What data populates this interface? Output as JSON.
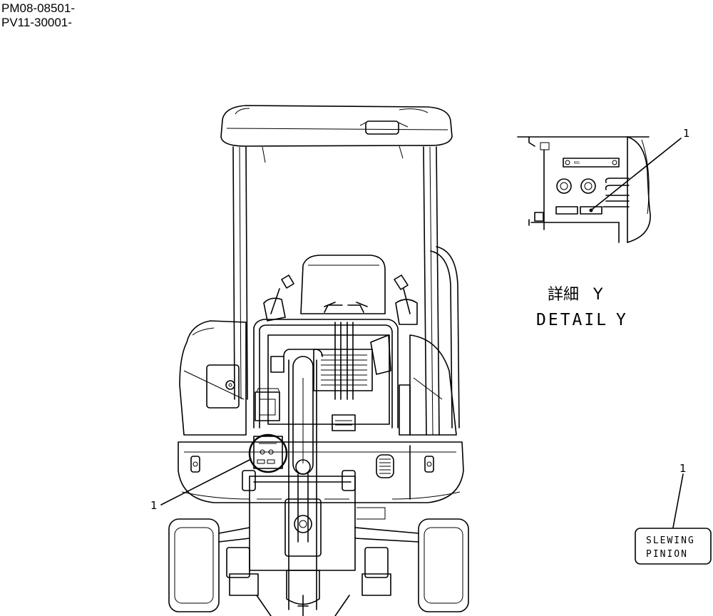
{
  "serial_numbers": [
    "PM08-08501-",
    "PV11-30001-"
  ],
  "detail_view": {
    "title_jp": "詳細",
    "title_en": "DETAIL",
    "id": "Y",
    "panel_plate_text": "NO."
  },
  "callouts": [
    "1",
    "1",
    "1"
  ],
  "label_decal": {
    "line1": "SLEWING",
    "line2": "PINION"
  }
}
